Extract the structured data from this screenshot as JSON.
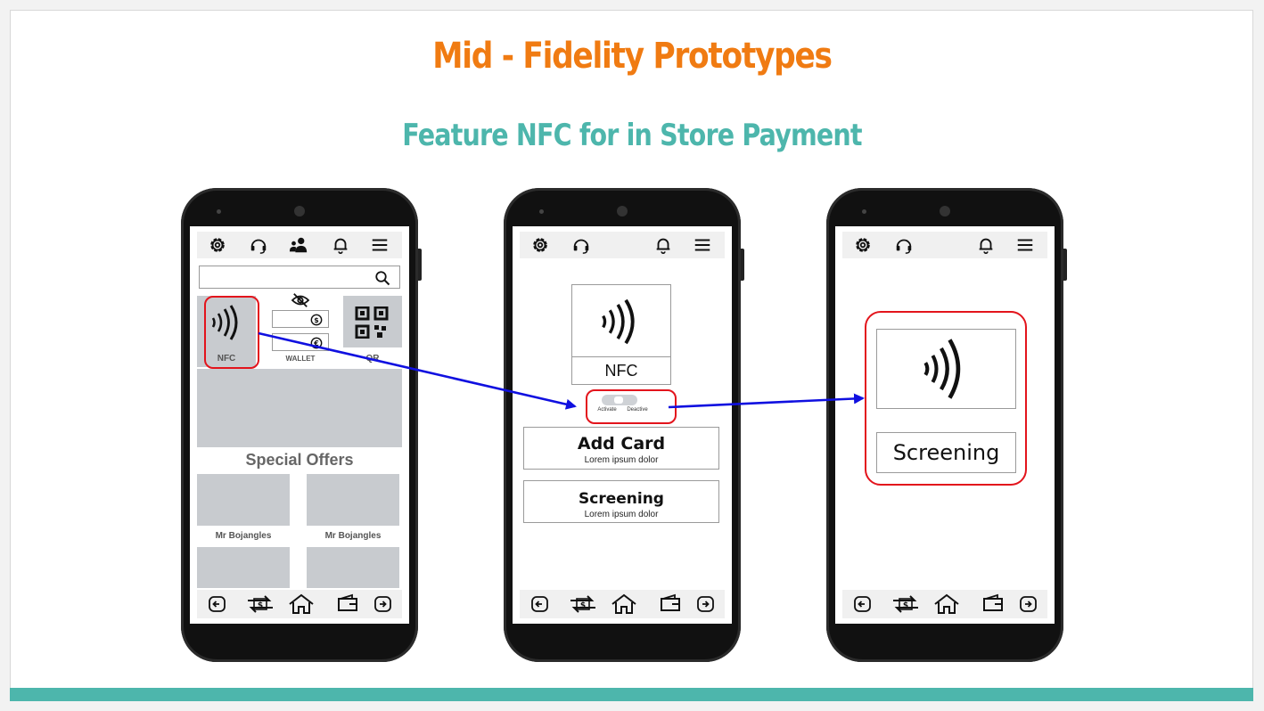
{
  "slide": {
    "title": "Mid - Fidelity Prototypes",
    "subtitle": "Feature NFC for in Store Payment",
    "accent_color": "#f07b12",
    "subtitle_color": "#4db6ac",
    "highlight_color": "#e3141c",
    "arrow_color": "#1010e0"
  },
  "phone1": {
    "tiles": {
      "nfc": "NFC",
      "wallet": "WALLET",
      "qr": "QR"
    },
    "special_offers": "Special Offers",
    "offers": [
      "Mr Bojangles",
      "Mr Bojangles"
    ]
  },
  "phone2": {
    "nfc_label": "NFC",
    "toggle": {
      "activate": "Activate",
      "deactive": "Deactive"
    },
    "add_card": {
      "title": "Add Card",
      "sub": "Lorem ipsum dolor"
    },
    "screening": {
      "title": "Screening",
      "sub": "Lorem ipsum dolor"
    }
  },
  "phone3": {
    "screening_label": "Screening"
  },
  "icons": {
    "topbar": [
      "gear-icon",
      "headset-icon",
      "people-icon",
      "bell-icon",
      "menu-icon"
    ],
    "navbar": [
      "back-icon",
      "transfer-dollar-icon",
      "home-icon",
      "wallet-icon",
      "forward-icon"
    ]
  }
}
